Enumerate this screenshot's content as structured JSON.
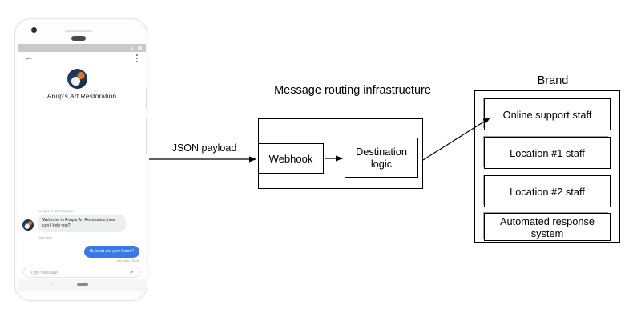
{
  "phone": {
    "app_bar": {
      "back_icon": "back-arrow-icon",
      "overflow_icon": "kebab-menu-icon",
      "avatar_icon": "brand-avatar"
    },
    "title": "Anup's Art Restoration",
    "messages": [
      {
        "sender": "Anup's Art Restoration",
        "text": "Welcome to Anup's Art Restoration, how can I help you?",
        "timestamp": "Just Now",
        "direction": "incoming"
      },
      {
        "text": "Hi, what are your hours?",
        "timestamp": "Just Now • Sent",
        "direction": "outgoing"
      }
    ],
    "composer": {
      "placeholder": "Type message",
      "send_icon": "send-icon"
    },
    "navbar": {
      "back_icon": "nav-back-icon",
      "home_icon": "nav-home-pill"
    }
  },
  "diagram": {
    "payload_label": "JSON payload",
    "infrastructure": {
      "title": "Message routing infrastructure",
      "nodes": [
        {
          "label": "Webhook"
        },
        {
          "label": "Destination logic"
        }
      ]
    },
    "brand": {
      "title": "Brand",
      "items": [
        {
          "label": "Online support staff"
        },
        {
          "label": "Location #1 staff"
        },
        {
          "label": "Location #2 staff"
        },
        {
          "label": "Automated response system"
        }
      ]
    }
  },
  "colors": {
    "outgoing_bubble": "#3b78e7",
    "incoming_bubble": "#eceff1",
    "stroke": "#000000",
    "muted_text": "#9aa0a6"
  }
}
